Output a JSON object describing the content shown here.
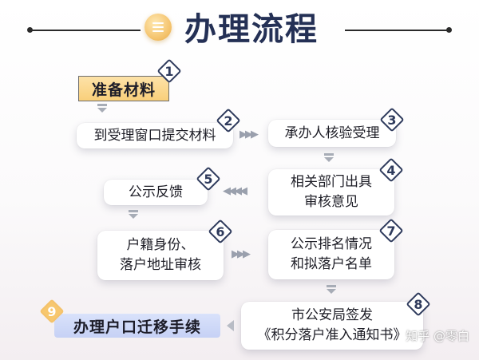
{
  "title": "办理流程",
  "steps": [
    {
      "num": "1",
      "text": "准备材料"
    },
    {
      "num": "2",
      "text": "到受理窗口提交材料"
    },
    {
      "num": "3",
      "text": "承办人核验受理"
    },
    {
      "num": "4",
      "line1": "相关部门出具",
      "line2": "审核意见"
    },
    {
      "num": "5",
      "text": "公示反馈"
    },
    {
      "num": "6",
      "line1": "户籍身份、",
      "line2": "落户地址审核"
    },
    {
      "num": "7",
      "line1": "公示排名情况",
      "line2": "和拟落户名单"
    },
    {
      "num": "8",
      "line1": "市公安局签发",
      "line2": "《积分落户准入通知书》"
    },
    {
      "num": "9",
      "text": "办理户口迁移手续"
    }
  ],
  "arrows": {
    "right": "▶▶▶",
    "left": "◀◀◀◀"
  },
  "watermark": "知乎 @零白"
}
